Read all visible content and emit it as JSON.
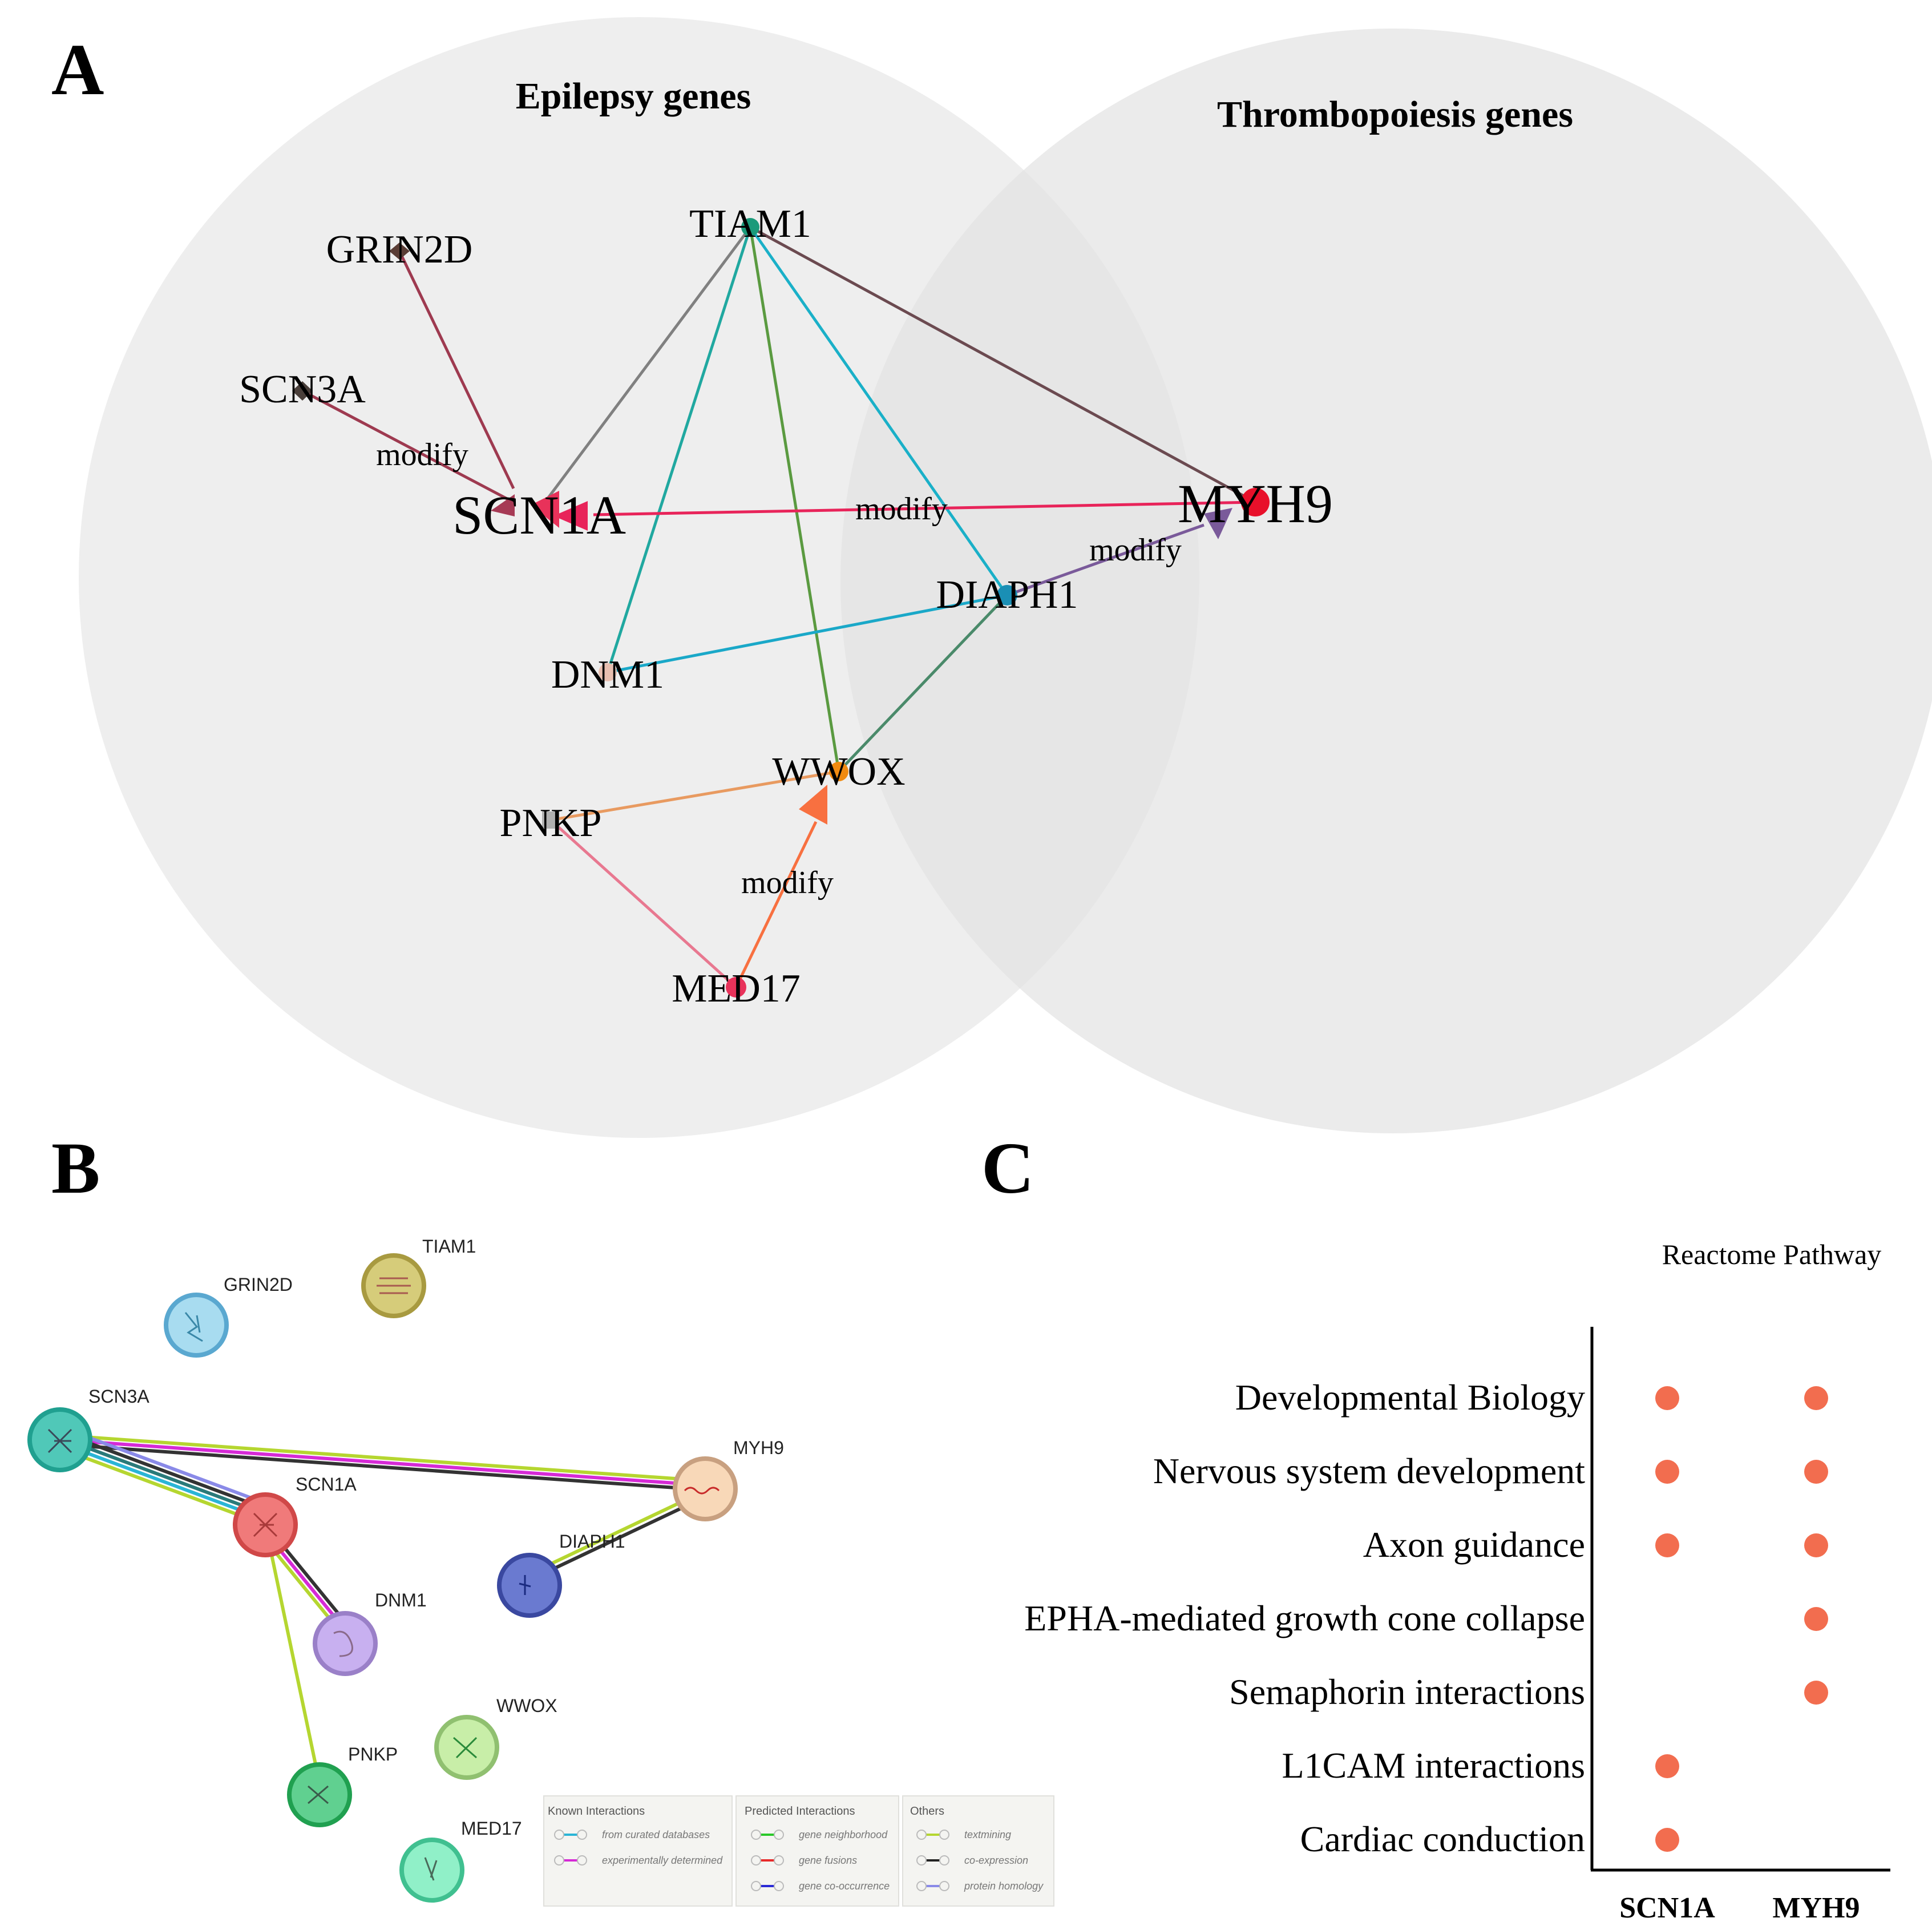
{
  "panel_labels": {
    "a": "A",
    "b": "B",
    "c": "C"
  },
  "panel_a": {
    "venn_left_title": "Epilepsy genes",
    "venn_right_title": "Thrombopoiesis genes",
    "genes": {
      "TIAM1": "TIAM1",
      "GRIN2D": "GRIN2D",
      "SCN3A": "SCN3A",
      "SCN1A": "SCN1A",
      "MYH9": "MYH9",
      "DIAPH1": "DIAPH1",
      "DNM1": "DNM1",
      "WWOX": "WWOX",
      "PNKP": "PNKP",
      "MED17": "MED17"
    },
    "edge_label": "modify",
    "colors": {
      "circle_fill": "#ebebeb",
      "tiam1": "#1a9a7a",
      "grin2d": "#5a3d35",
      "scn3a": "#4a3f3a",
      "scn1a": "#e8325a",
      "myh9": "#e8102a",
      "diaph1": "#1a8fb5",
      "dnm1": "#e8bfb0",
      "wwox": "#f08a10",
      "pnkp": "#b0b0b0",
      "med17": "#e8325a"
    }
  },
  "panel_b": {
    "proteins": {
      "TIAM1": "TIAM1",
      "GRIN2D": "GRIN2D",
      "SCN3A": "SCN3A",
      "SCN1A": "SCN1A",
      "MYH9": "MYH9",
      "DIAPH1": "DIAPH1",
      "DNM1": "DNM1",
      "WWOX": "WWOX",
      "PNKP": "PNKP",
      "MED17": "MED17"
    },
    "legend": {
      "known_title": "Known Interactions",
      "known_items": [
        "from curated databases",
        "experimentally determined"
      ],
      "predicted_title": "Predicted Interactions",
      "predicted_items": [
        "gene neighborhood",
        "gene fusions",
        "gene co-occurrence"
      ],
      "others_title": "Others",
      "others_items": [
        "textmining",
        "co-expression",
        "protein homology"
      ]
    }
  },
  "panel_c": {
    "title": "Reactome Pathway",
    "columns": [
      "SCN1A",
      "MYH9"
    ],
    "rows": [
      {
        "pathway": "Developmental Biology",
        "SCN1A": true,
        "MYH9": true
      },
      {
        "pathway": "Nervous system development",
        "SCN1A": true,
        "MYH9": true
      },
      {
        "pathway": "Axon guidance",
        "SCN1A": true,
        "MYH9": true
      },
      {
        "pathway": "EPHA-mediated growth cone collapse",
        "SCN1A": false,
        "MYH9": true
      },
      {
        "pathway": "Semaphorin interactions",
        "SCN1A": false,
        "MYH9": true
      },
      {
        "pathway": "L1CAM interactions",
        "SCN1A": true,
        "MYH9": false
      },
      {
        "pathway": "Cardiac conduction",
        "SCN1A": true,
        "MYH9": false
      }
    ],
    "dot_color": "#f26d4f"
  }
}
